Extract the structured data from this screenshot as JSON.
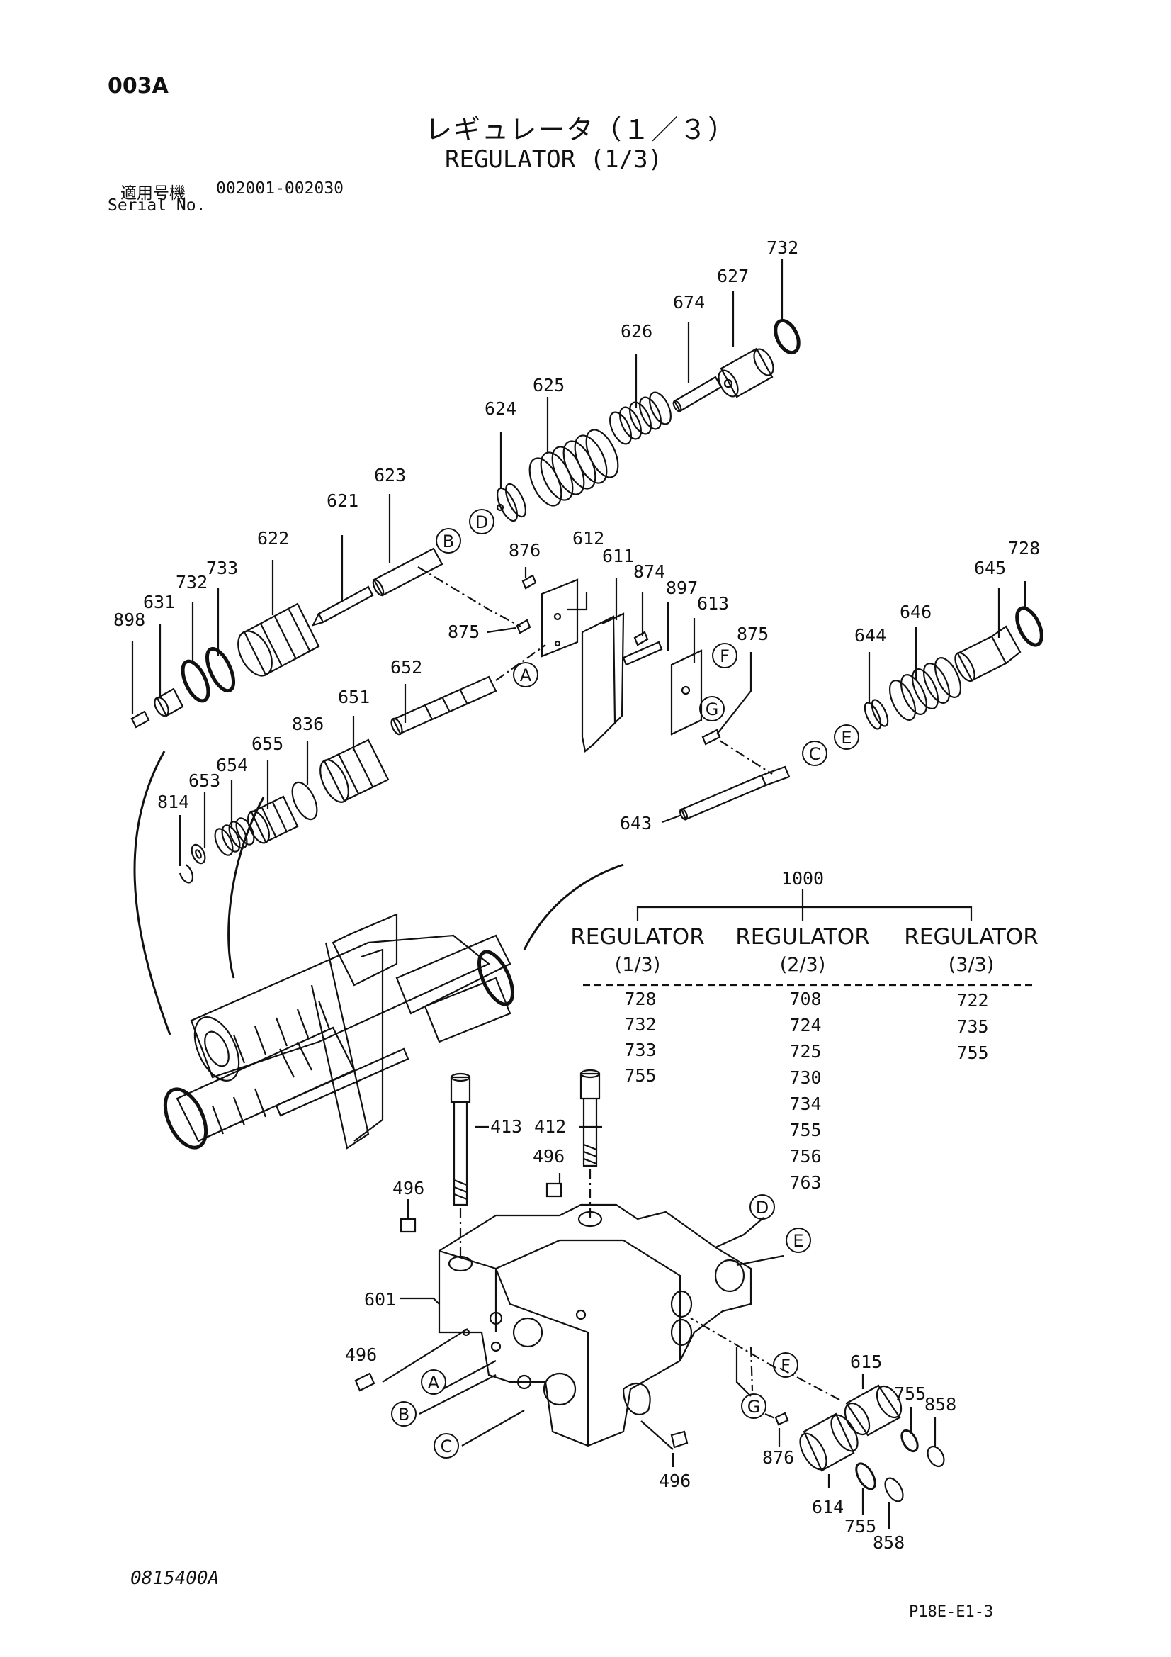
{
  "header": {
    "page_code": "003A",
    "title_jp": "レギュレータ（１／３）",
    "title_en": "REGULATOR (1/3)",
    "serial_label_jp": "適用号機",
    "serial_label_en": "Serial No.",
    "serial_range": "002001-002030"
  },
  "footer": {
    "doc_id": "0815400A",
    "page_ref": "P18E-E1-3"
  },
  "kit": {
    "number": "1000",
    "columns": [
      {
        "name": "REGULATOR",
        "sub": "(1/3)",
        "parts": [
          "728",
          "732",
          "733",
          "755"
        ]
      },
      {
        "name": "REGULATOR",
        "sub": "(2/3)",
        "parts": [
          "708",
          "724",
          "725",
          "730",
          "734",
          "755",
          "756",
          "763"
        ]
      },
      {
        "name": "REGULATOR",
        "sub": "(3/3)",
        "parts": [
          "722",
          "735",
          "755"
        ]
      }
    ]
  },
  "part_labels": {
    "p732a": "732",
    "p627": "627",
    "p674": "674",
    "p626": "626",
    "p625": "625",
    "p624": "624",
    "p623": "623",
    "p621": "621",
    "p622": "622",
    "p733": "733",
    "p732b": "732",
    "p631": "631",
    "p898": "898",
    "p876a": "876",
    "p612": "612",
    "p611": "611",
    "p874": "874",
    "p897": "897",
    "p613": "613",
    "p875a": "875",
    "p875b": "875",
    "p728": "728",
    "p645": "645",
    "p646": "646",
    "p644": "644",
    "p652": "652",
    "p651": "651",
    "p836": "836",
    "p655": "655",
    "p654": "654",
    "p653": "653",
    "p814": "814",
    "p643": "643",
    "p413": "413",
    "p412": "412",
    "p496a": "496",
    "p496b": "496",
    "p601": "601",
    "p496c": "496",
    "p496d": "496",
    "p615": "615",
    "p755a": "755",
    "p858a": "858",
    "p876b": "876",
    "p614": "614",
    "p755b": "755",
    "p858b": "858"
  },
  "callouts": {
    "A": "A",
    "B": "B",
    "C": "C",
    "D": "D",
    "E": "E",
    "F": "F",
    "G": "G"
  }
}
